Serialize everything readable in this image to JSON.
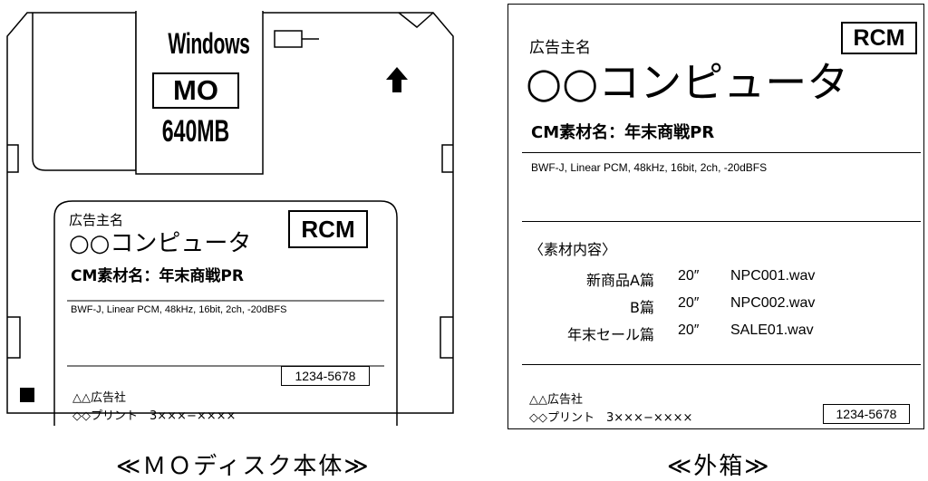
{
  "mo_disk": {
    "os": "Windows",
    "media_type": "MO",
    "capacity": "640MB",
    "label": {
      "advertiser_heading": "広告主名",
      "advertiser_name": "○○コンピュータ",
      "rcm_badge": "RCM",
      "material_name": "CM素材名：年末商戦PR",
      "audio_spec": "BWF-J, Linear PCM, 48kHz, 16bit, 2ch, -20dBFS",
      "code": "1234-5678",
      "agency": "△△広告社",
      "printer": "◇◇プリント　3×××−××××"
    },
    "caption": "≪ＭＯディスク本体≫"
  },
  "outer_box": {
    "advertiser_heading": "広告主名",
    "advertiser_name": "○○コンピュータ",
    "rcm_badge": "RCM",
    "material_name": "CM素材名：年末商戦PR",
    "audio_spec": "BWF-J, Linear PCM, 48kHz, 16bit, 2ch, -20dBFS",
    "contents_heading": "〈素材内容〉",
    "contents": [
      {
        "title": "新商品A篇",
        "duration": "20″",
        "file": "NPC001.wav"
      },
      {
        "title": "B篇",
        "duration": "20″",
        "file": "NPC002.wav"
      },
      {
        "title": "年末セール篇",
        "duration": "20″",
        "file": "SALE01.wav"
      }
    ],
    "agency": "△△広告社",
    "printer": "◇◇プリント　3×××−××××",
    "code": "1234-5678",
    "caption": "≪外箱≫"
  }
}
